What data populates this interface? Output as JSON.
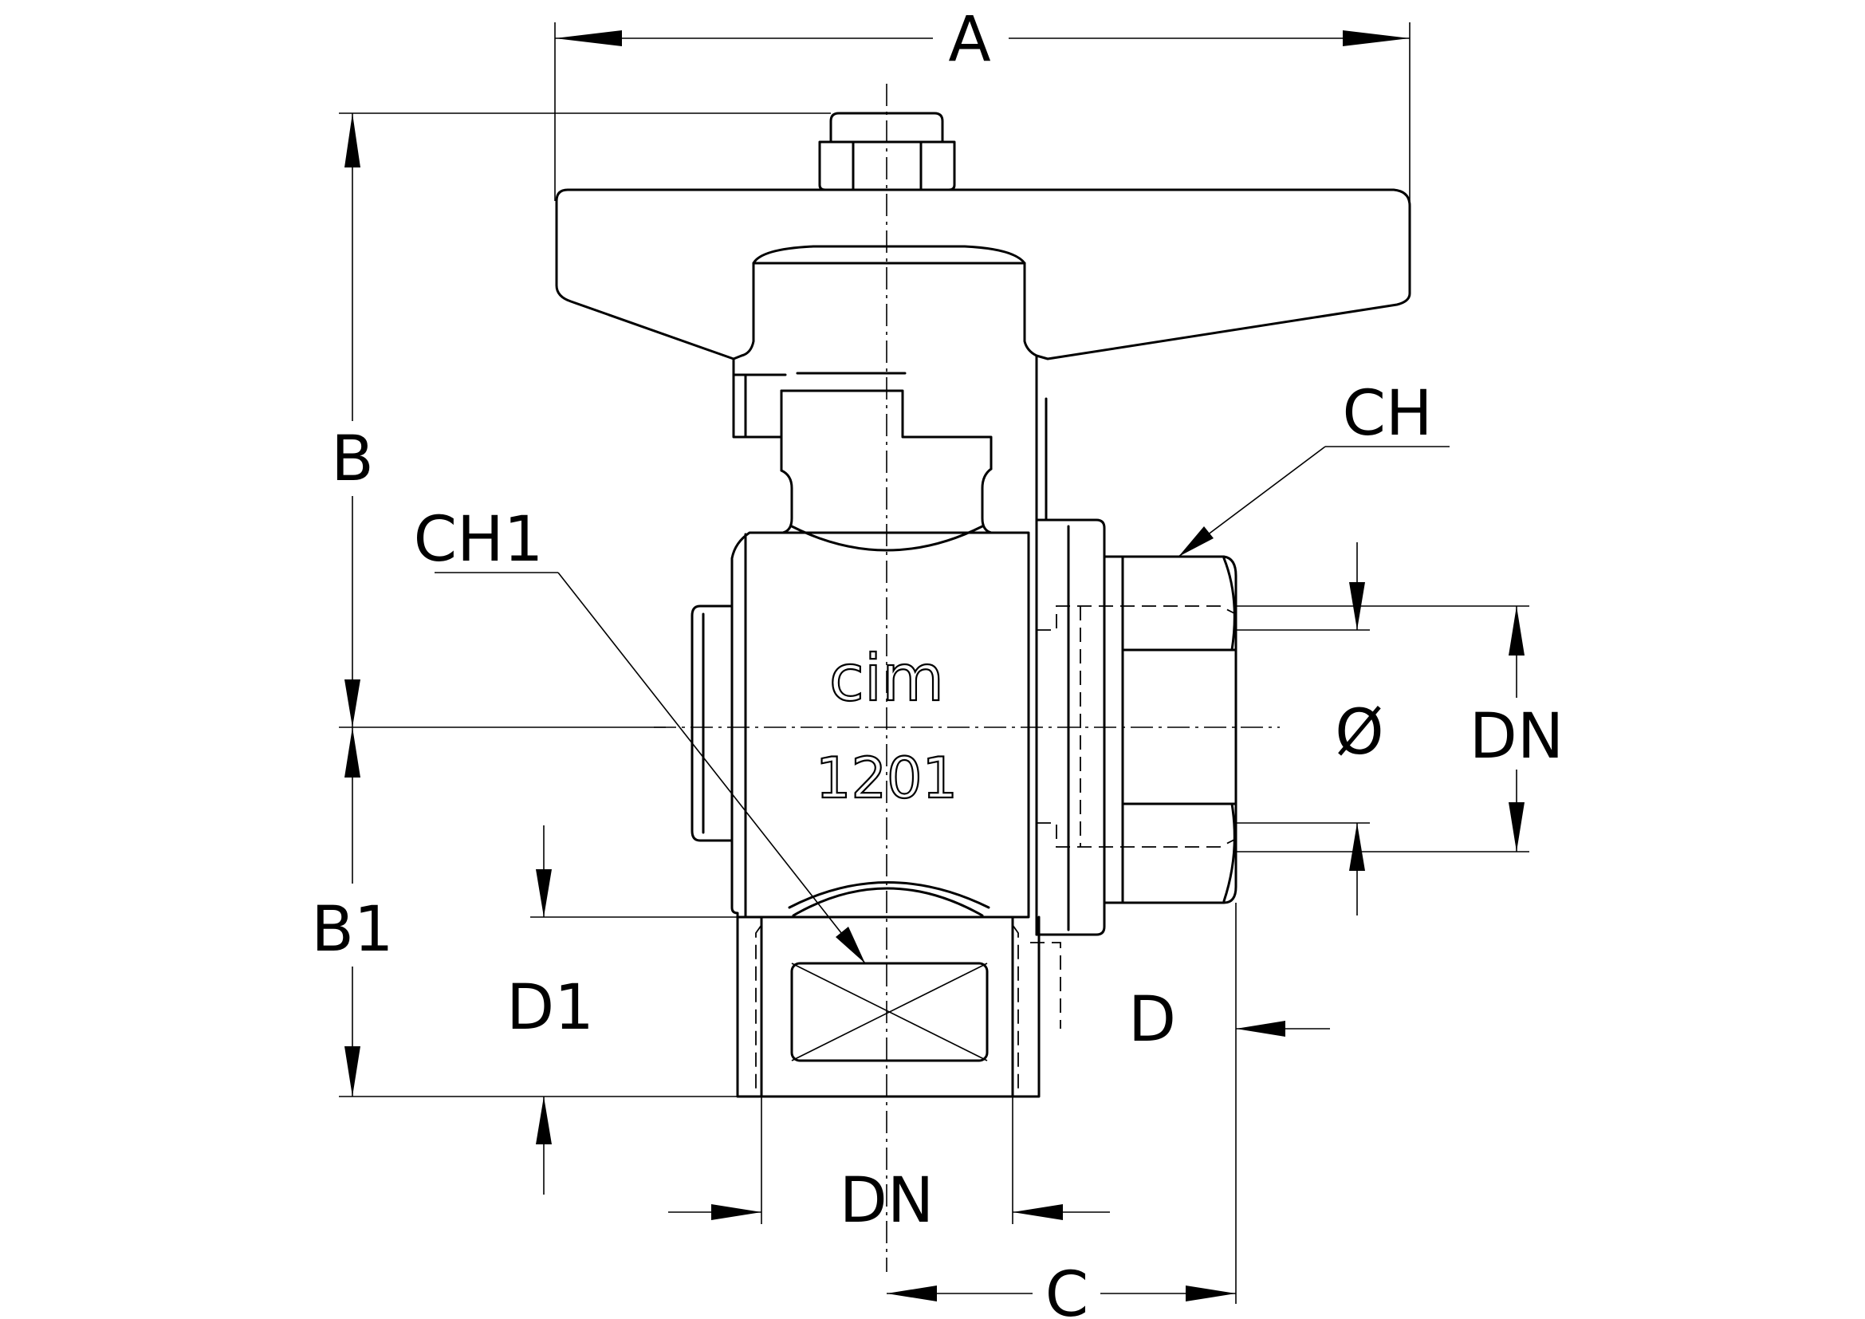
{
  "labels": {
    "A": "A",
    "B": "B",
    "B1": "B1",
    "C": "C",
    "CH": "CH",
    "CH1": "CH1",
    "D": "D",
    "D1": "D1",
    "DN_bottom": "DN",
    "DN_right": "DN",
    "diameter": "Ø"
  },
  "body_marking": {
    "brand": "cim",
    "model": "1201"
  }
}
